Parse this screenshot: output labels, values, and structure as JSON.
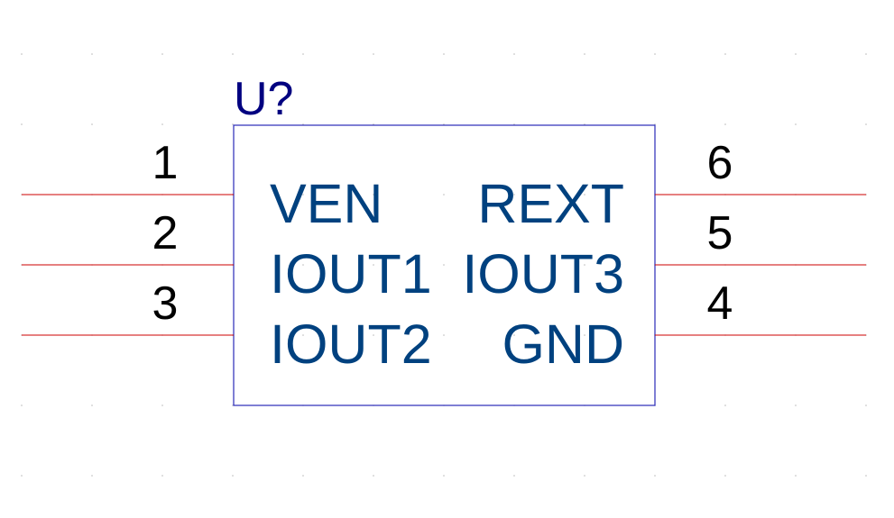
{
  "component": {
    "reference": "U?"
  },
  "pins": [
    {
      "number": "1",
      "name": "VEN",
      "side": "left"
    },
    {
      "number": "2",
      "name": "IOUT1",
      "side": "left"
    },
    {
      "number": "3",
      "name": "IOUT2",
      "side": "left"
    },
    {
      "number": "4",
      "name": "GND",
      "side": "right"
    },
    {
      "number": "5",
      "name": "IOUT3",
      "side": "right"
    },
    {
      "number": "6",
      "name": "REXT",
      "side": "right"
    }
  ],
  "colors": {
    "pin_line": "#cc0000",
    "body_outline": "#2a2ab8",
    "reference": "#000080",
    "pin_name": "#00417f",
    "pin_number": "#000000",
    "background": "#ffffff"
  }
}
